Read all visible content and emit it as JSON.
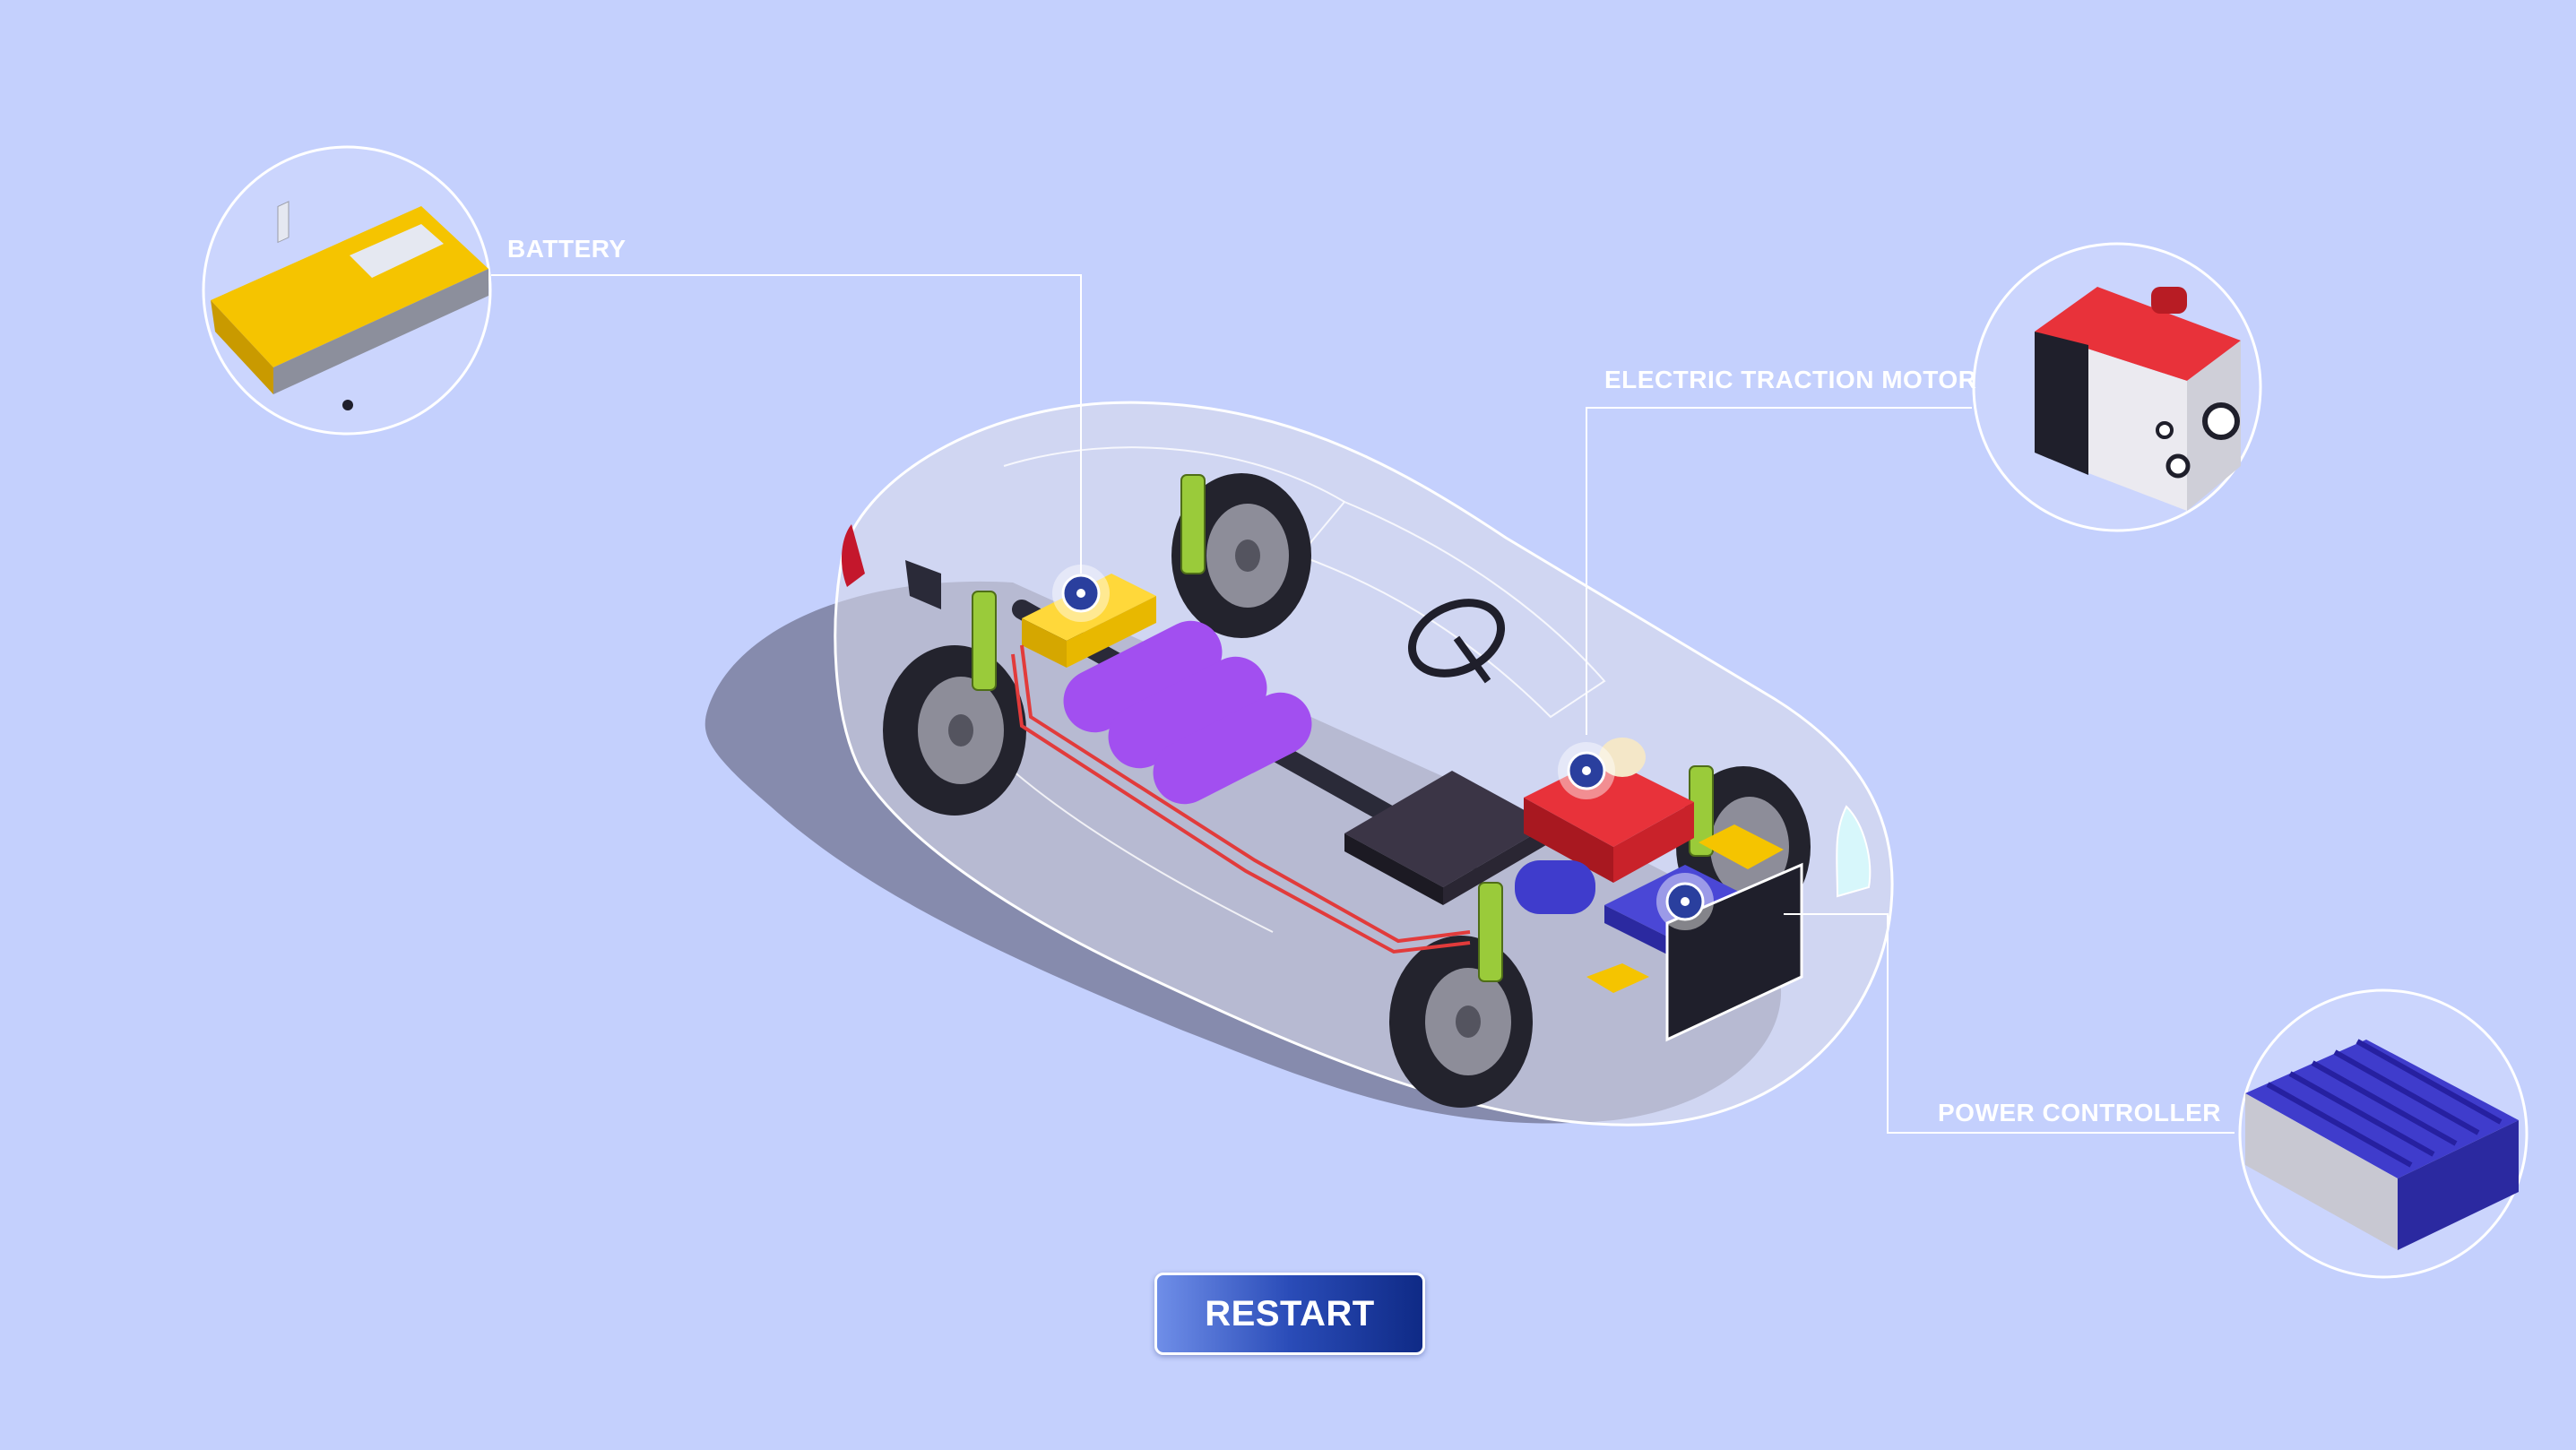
{
  "callouts": {
    "battery": "BATTERY",
    "motor": "ELECTRIC TRACTION MOTOR",
    "controller": "POWER CONTROLLER"
  },
  "restart_label": "RESTART",
  "colors": {
    "background": "#c4d0fd",
    "battery": "#f5c400",
    "hydrogen_tanks": "#a24ff0",
    "motor": "#e0262e",
    "controller": "#3f3ccc",
    "button": "#1b3a9e"
  }
}
